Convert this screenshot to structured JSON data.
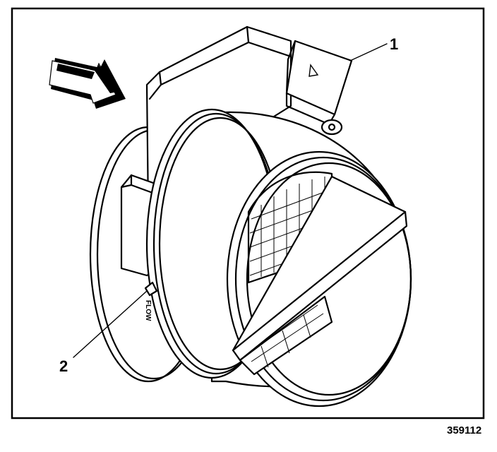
{
  "figure": {
    "figure_number": "359112",
    "callouts": [
      {
        "label": "1"
      },
      {
        "label": "2"
      }
    ],
    "flow_marking": "FLOW"
  }
}
